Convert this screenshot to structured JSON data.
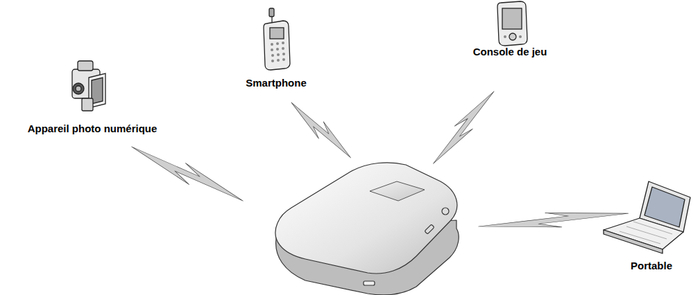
{
  "diagram": {
    "labels": [
      "Appareil photo numérique",
      "Smartphone",
      "Console de jeu",
      "Portable"
    ]
  }
}
